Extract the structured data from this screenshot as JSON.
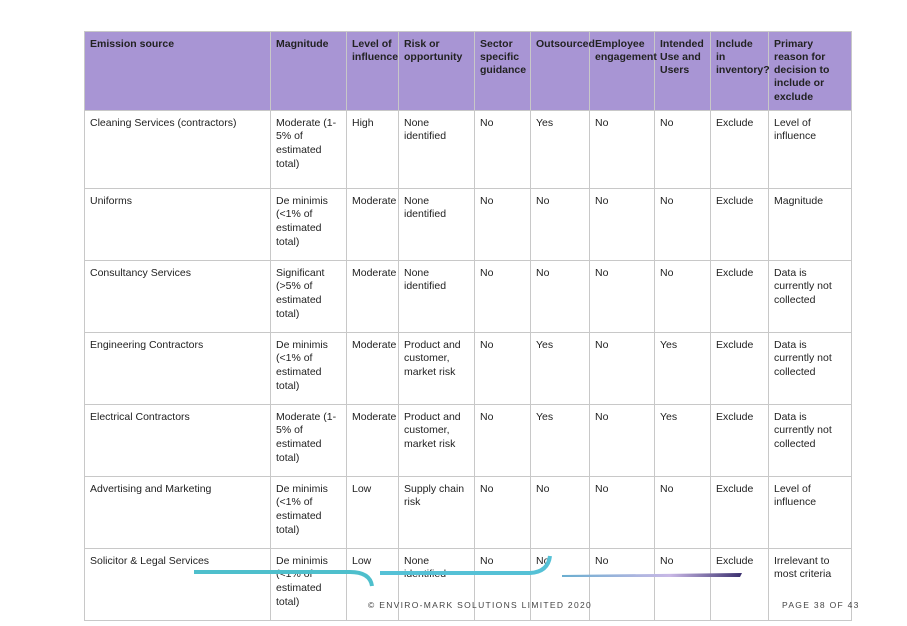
{
  "table": {
    "headers": [
      "Emission source",
      "Magnitude",
      "Level of influence",
      "Risk or opportunity",
      "Sector specific guidance",
      "Outsourced",
      "Employee engagement",
      "Intended Use and Users",
      "Include in inventory?",
      "Primary reason for decision to include or exclude"
    ],
    "rows": [
      [
        "Cleaning Services (contractors)",
        "Moderate (1-5% of estimated total)",
        "High",
        "None identified",
        "No",
        "Yes",
        "No",
        "No",
        "Exclude",
        "Level of influence"
      ],
      [
        "Uniforms",
        "De minimis (<1% of estimated total)",
        "Moderate",
        "None identified",
        "No",
        "No",
        "No",
        "No",
        "Exclude",
        "Magnitude"
      ],
      [
        "Consultancy Services",
        "Significant (>5% of estimated total)",
        "Moderate",
        "None identified",
        "No",
        "No",
        "No",
        "No",
        "Exclude",
        "Data is currently not collected"
      ],
      [
        "Engineering Contractors",
        "De minimis (<1% of estimated total)",
        "Moderate",
        "Product and customer, market risk",
        "No",
        "Yes",
        "No",
        "Yes",
        "Exclude",
        "Data is currently not collected"
      ],
      [
        "Electrical Contractors",
        "Moderate (1-5% of estimated total)",
        "Moderate",
        "Product and customer, market risk",
        "No",
        "Yes",
        "No",
        "Yes",
        "Exclude",
        "Data is currently not collected"
      ],
      [
        "Advertising and Marketing",
        "De minimis (<1% of estimated total)",
        "Low",
        "Supply chain risk",
        "No",
        "No",
        "No",
        "No",
        "Exclude",
        "Level of influence"
      ],
      [
        "Solicitor & Legal Services",
        "De minimis (<1% of estimated total)",
        "Low",
        "None identified",
        "No",
        "No",
        "No",
        "No",
        "Exclude",
        "Irrelevant to most criteria"
      ]
    ]
  },
  "footer": {
    "copyright": "© ENVIRO-MARK SOLUTIONS LIMITED 2020",
    "page": "PAGE 38 OF 43"
  }
}
